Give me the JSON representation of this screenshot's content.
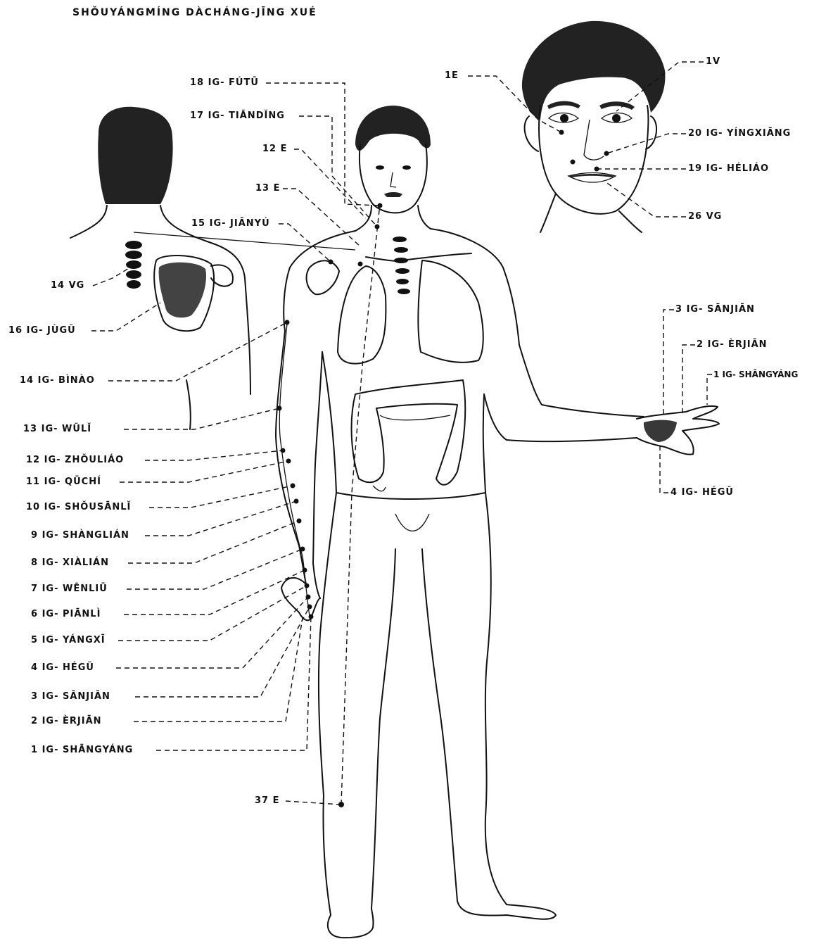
{
  "title": "SHǑUYÁNGMÍNG DÀCHÁNG-JĪNG XUÉ",
  "labels": {
    "fl_18": "18 IG- FÚTŪ",
    "fl_17": "17 IG- TIĀNDǏNG",
    "fl_12e": "12 E",
    "fl_13e": "13 E",
    "fl_15": "15 IG- JIĀNYÚ",
    "fl_14vg": "14 VG",
    "fl_16": "16 IG- JÙGǓ",
    "fl_14": "14 IG- BÌNÀO",
    "fl_13": "13 IG- WǓLǏ",
    "fl_12": "12 IG- ZHǑULIÁO",
    "fl_11": "11 IG- QŪCHÍ",
    "fl_10": "10 IG- SHǑUSĀNLǏ",
    "fl_9": "9 IG- SHÀNGLIÁN",
    "fl_8": "8 IG- XIÀLIÁN",
    "fl_7": "7 IG- WĒNLIŪ",
    "fl_6": "6 IG- PIĀNLÌ",
    "fl_5": "5 IG- YÁNGXĪ",
    "fl_4": "4 IG- HÉGǓ",
    "fl_3": "3 IG- SĀNJIĀN",
    "fl_2": "2 IG- ÈRJIĀN",
    "fl_1": "1 IG- SHĀNGYÁNG",
    "fl_37e": "37 E",
    "face_1e": "1E",
    "face_1v": "1V",
    "face_20": "20 IG- YÍNGXIĀNG",
    "face_19": "19 IG- HÉLIÁO",
    "face_26": "26 VG",
    "hand_3": "3 IG- SĀNJIĀN",
    "hand_2": "2 IG- ÈRJIĀN",
    "hand_1": "1 IG- SHĀNGYÁNG",
    "hand_4": "4 IG- HÉGǓ"
  }
}
